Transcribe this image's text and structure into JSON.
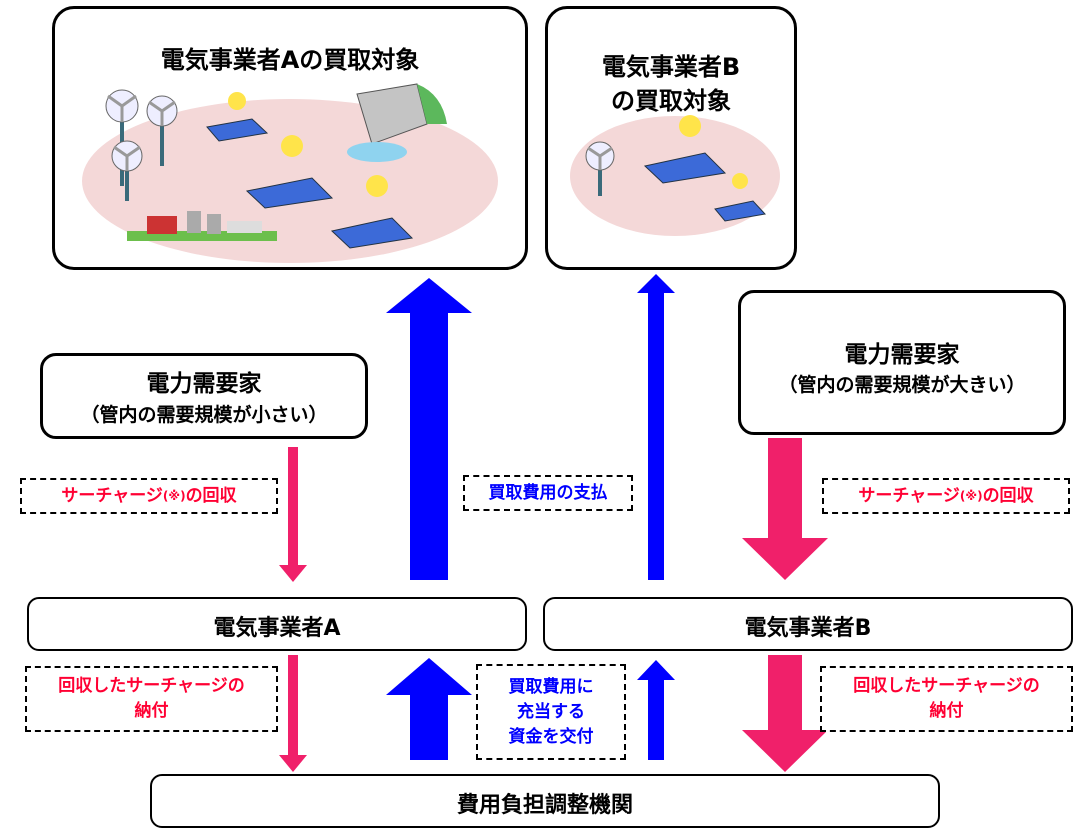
{
  "buyers": {
    "a_title": "電気事業者Aの買取対象",
    "b_title_line1": "電気事業者B",
    "b_title_line2": "の買取対象"
  },
  "consumer_small": {
    "title": "電力需要家",
    "subtitle": "（管内の需要規模が小さい）"
  },
  "consumer_large": {
    "title": "電力需要家",
    "subtitle": "（管内の需要規模が大きい）"
  },
  "labels": {
    "surcharge_collect_left_pre": "サーチャージ",
    "surcharge_mark": "(※)",
    "surcharge_collect_left_post": "の回収",
    "purchase_payment": "買取費用の支払",
    "surcharge_collect_right_pre": "サーチャージ",
    "surcharge_collect_right_post": "の回収",
    "pay_surcharge_left_line1": "回収したサーチャージの",
    "pay_surcharge_left_line2": "納付",
    "grant_line1": "買取費用に",
    "grant_line2": "充当する",
    "grant_line3": "資金を交付",
    "pay_surcharge_right_line1": "回収したサーチャージの",
    "pay_surcharge_right_line2": "納付"
  },
  "utilities": {
    "a": "電気事業者A",
    "b": "電気事業者B"
  },
  "organization": "費用負担調整機関",
  "colors": {
    "pink_arrow": "#f0206a",
    "blue_arrow": "#0000ff",
    "red_text": "#ff0033",
    "blue_text": "#0000ff",
    "scene_bg": "#f4d8d8"
  },
  "icons": [
    "wind-turbine-icon",
    "solar-panel-icon",
    "dam-icon",
    "farm-icon"
  ]
}
